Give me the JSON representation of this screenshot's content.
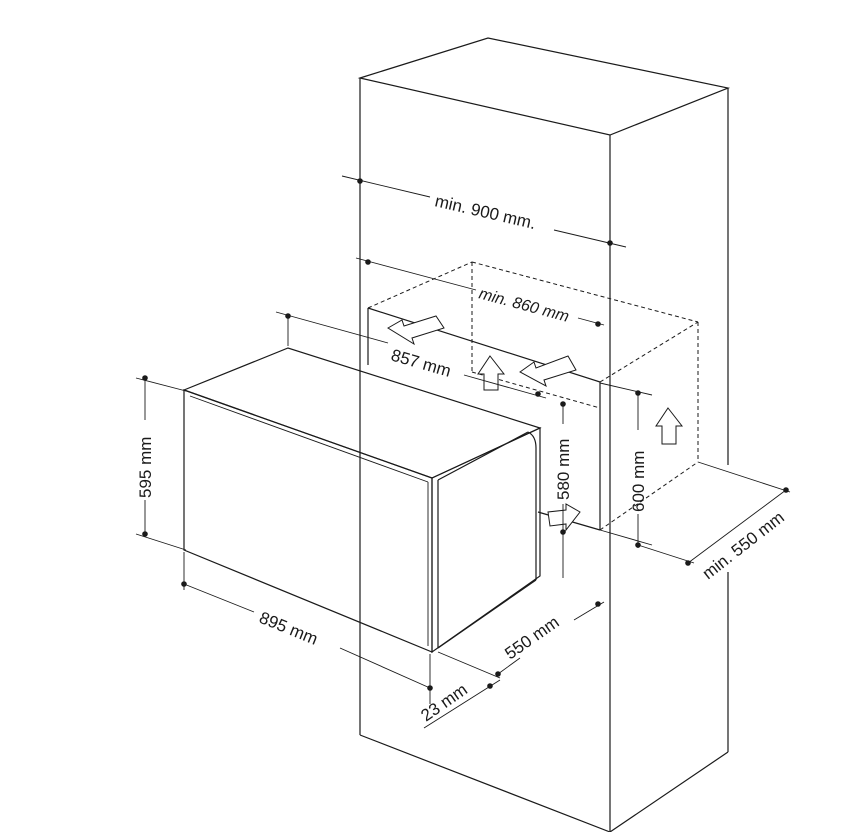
{
  "dimensions": {
    "cabinet_width_min": "min. 900 mm.",
    "niche_width_min": "min. 860 mm",
    "oven_depth_top": "857 mm",
    "oven_height": "595 mm",
    "niche_height_580": "580 mm",
    "niche_height_600": "600 mm",
    "niche_depth_min": "min. 550 mm",
    "oven_width": "895 mm",
    "oven_depth": "550 mm",
    "front_thickness": "23 mm"
  },
  "colors": {
    "line": "#1a1a1a",
    "background": "#ffffff"
  }
}
